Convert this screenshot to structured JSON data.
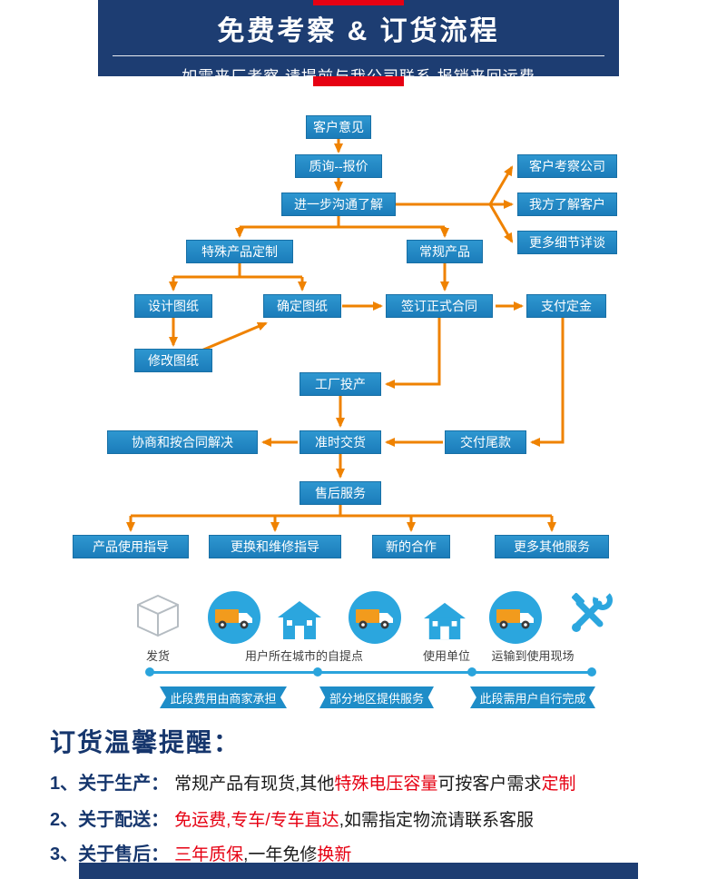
{
  "colors": {
    "navy": "#1d3d72",
    "box_blue": "#1e86c3",
    "arrow_orange": "#ef8200",
    "accent_red": "#e60113",
    "light_blue": "#2aa4dc"
  },
  "header": {
    "title": "免费考察 & 订货流程",
    "subtitle": "如需来厂考察,请提前与我公司联系,报销来回运费"
  },
  "flow": {
    "nodes": {
      "customer_feedback": "客户意见",
      "inquiry_quote": "质询--报价",
      "further_comm": "进一步沟通了解",
      "visit_company": "客户考察公司",
      "understand_customer": "我方了解客户",
      "more_details": "更多细节详谈",
      "special_custom": "特殊产品定制",
      "regular_product": "常规产品",
      "design_drawing": "设计图纸",
      "confirm_drawing": "确定图纸",
      "sign_contract": "签订正式合同",
      "pay_deposit": "支付定金",
      "modify_drawing": "修改图纸",
      "factory_production": "工厂投产",
      "negotiate": "协商和按合同解决",
      "on_time_delivery": "准时交货",
      "pay_balance": "交付尾款",
      "after_sales": "售后服务",
      "usage_guide": "产品使用指导",
      "repair_guide": "更换和维修指导",
      "new_cooperation": "新的合作",
      "more_services": "更多其他服务"
    }
  },
  "logistics": {
    "icons": [
      "carton-icon",
      "truck-icon",
      "house-icon",
      "truck-icon",
      "house-icon",
      "truck-icon",
      "tools-icon"
    ],
    "labels": [
      "发货",
      "用户所在城市的自提点",
      "使用单位",
      "运输到使用现场"
    ],
    "ribbons": [
      "此段费用由商家承担",
      "部分地区提供服务",
      "此段需用户自行完成"
    ]
  },
  "reminder": {
    "title": "订货温馨提醒：",
    "items": [
      {
        "num": "1、",
        "head": "关于生产：",
        "segs": [
          {
            "t": "常规产品有现货,其他"
          },
          {
            "t": "特殊电压容量"
          },
          {
            "t": "可按客户需求"
          },
          {
            "t": "定制"
          }
        ]
      },
      {
        "num": "2、",
        "head": "关于配送：",
        "segs": [
          {
            "t": "免运费,专车/专车直达"
          },
          {
            "t": ",如需指定物流请联系客服"
          }
        ]
      },
      {
        "num": "3、",
        "head": "关于售后：",
        "segs": [
          {
            "t": "三年质保"
          },
          {
            "t": ",一年免修"
          },
          {
            "t": "换新"
          }
        ]
      }
    ]
  }
}
